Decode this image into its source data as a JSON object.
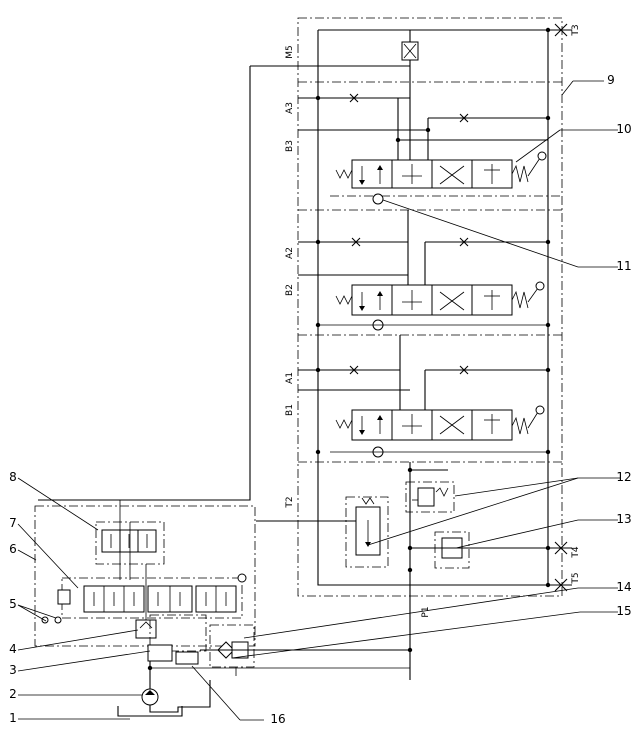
{
  "callouts": [
    "1",
    "2",
    "3",
    "4",
    "5",
    "6",
    "7",
    "8",
    "9",
    "10",
    "11",
    "12",
    "13",
    "14",
    "15",
    "16"
  ],
  "ports": {
    "T3": "T3",
    "M5": "M5",
    "A3": "A3",
    "B3": "B3",
    "A2": "A2",
    "B2": "B2",
    "A1": "A1",
    "B1": "B1",
    "T2": "T2",
    "T4": "T4",
    "T5": "T5",
    "P1": "P1"
  },
  "colors": {
    "line": "#000000",
    "background": "#ffffff"
  }
}
